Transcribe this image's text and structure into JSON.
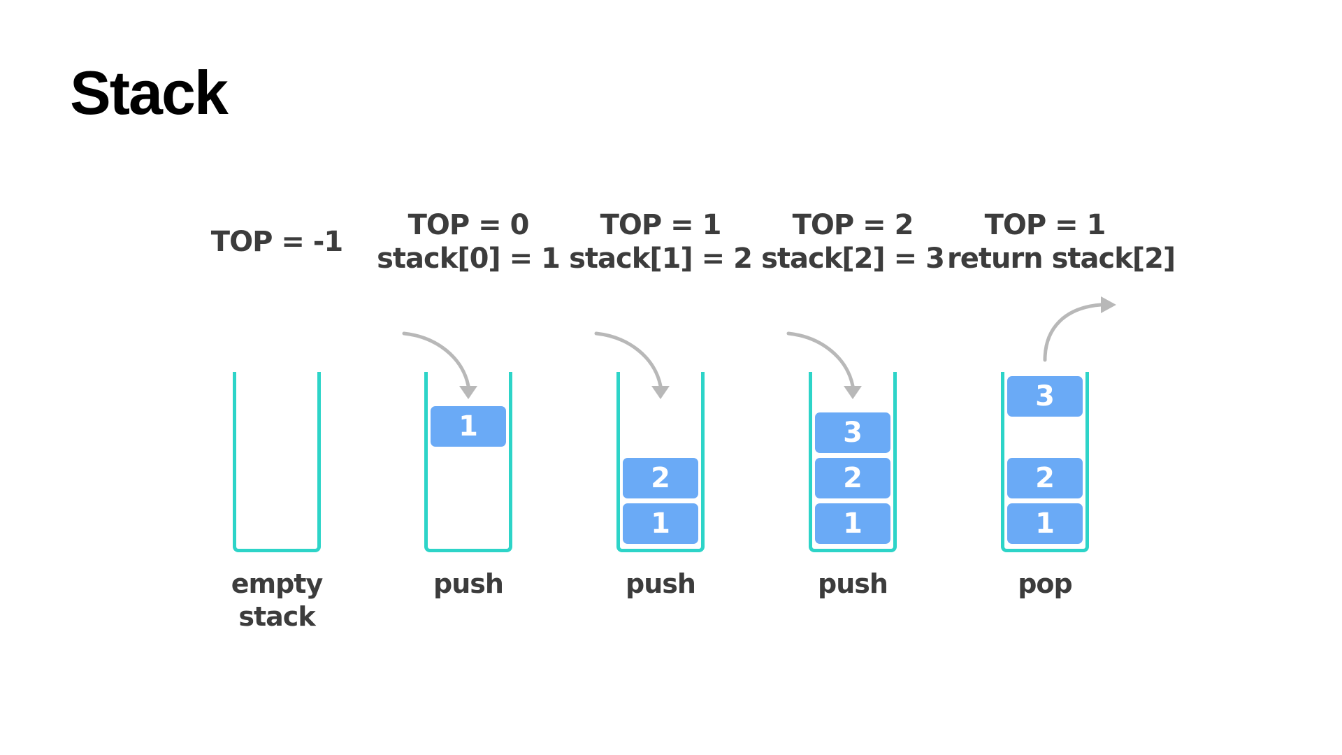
{
  "title": "Stack",
  "colors": {
    "container": "#2dd4c8",
    "block": "#6aaaf6",
    "block_text": "#ffffff",
    "label_text": "#3c3c3c",
    "arrow": "#b8b8b8"
  },
  "steps": [
    {
      "header": [
        "TOP = -1"
      ],
      "items": [],
      "label": [
        "empty",
        "stack"
      ],
      "operation": "none"
    },
    {
      "header": [
        "TOP = 0",
        "stack[0] = 1"
      ],
      "items": [
        "1"
      ],
      "label": [
        "push"
      ],
      "operation": "push"
    },
    {
      "header": [
        "TOP = 1",
        "stack[1] = 2"
      ],
      "items": [
        "1",
        "2"
      ],
      "label": [
        "push"
      ],
      "operation": "push"
    },
    {
      "header": [
        "TOP = 2",
        "stack[2] = 3"
      ],
      "items": [
        "1",
        "2",
        "3"
      ],
      "label": [
        "push"
      ],
      "operation": "push"
    },
    {
      "header": [
        "TOP = 1",
        "return stack[2]"
      ],
      "items": [
        "1",
        "2"
      ],
      "popped": "3",
      "label": [
        "pop"
      ],
      "operation": "pop"
    }
  ]
}
